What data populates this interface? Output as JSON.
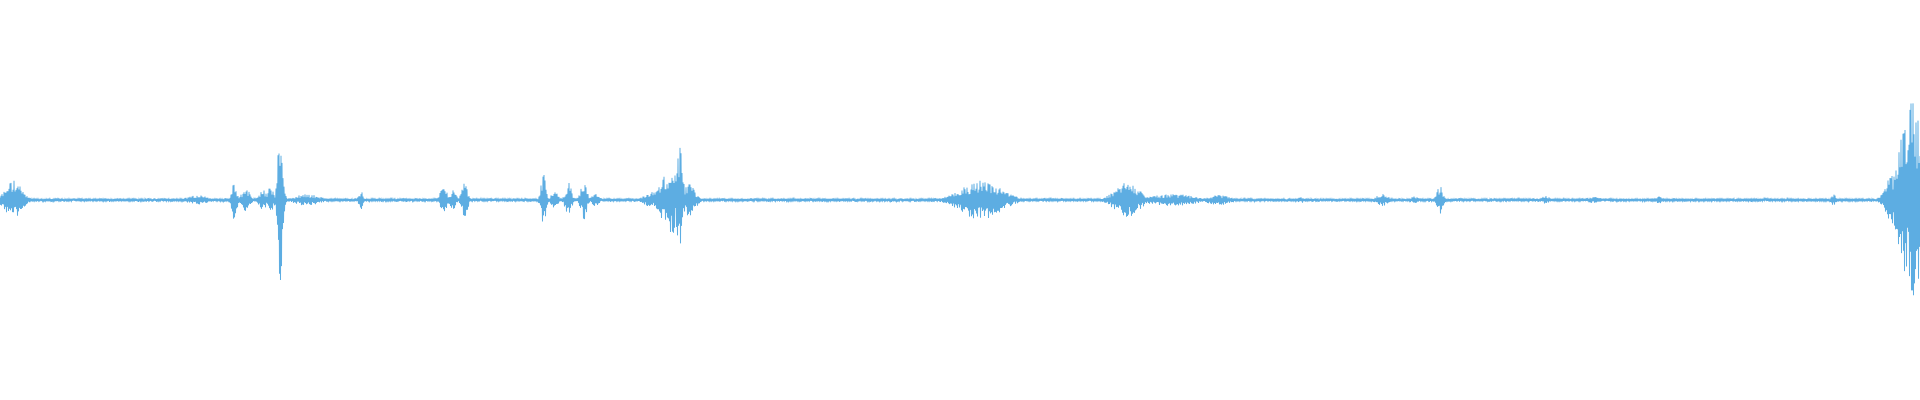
{
  "waveform": {
    "color": "#5dade2",
    "baseline_amplitude": 0.01,
    "events": [
      {
        "t": 0.007,
        "amp": 0.1,
        "spread": 0.004
      },
      {
        "t": 0.103,
        "amp": 0.025,
        "spread": 0.005
      },
      {
        "t": 0.122,
        "amp": 0.1,
        "spread": 0.0012
      },
      {
        "t": 0.128,
        "amp": 0.06,
        "spread": 0.002
      },
      {
        "t": 0.137,
        "amp": 0.05,
        "spread": 0.002
      },
      {
        "t": 0.141,
        "amp": 0.07,
        "spread": 0.0015
      },
      {
        "t": 0.146,
        "amp": 0.43,
        "spread": 0.0012
      },
      {
        "t": 0.16,
        "amp": 0.03,
        "spread": 0.006
      },
      {
        "t": 0.188,
        "amp": 0.05,
        "spread": 0.001
      },
      {
        "t": 0.231,
        "amp": 0.08,
        "spread": 0.0015
      },
      {
        "t": 0.236,
        "amp": 0.05,
        "spread": 0.0015
      },
      {
        "t": 0.242,
        "amp": 0.09,
        "spread": 0.0015
      },
      {
        "t": 0.283,
        "amp": 0.13,
        "spread": 0.0012
      },
      {
        "t": 0.289,
        "amp": 0.04,
        "spread": 0.002
      },
      {
        "t": 0.296,
        "amp": 0.09,
        "spread": 0.0015
      },
      {
        "t": 0.304,
        "amp": 0.1,
        "spread": 0.0015
      },
      {
        "t": 0.31,
        "amp": 0.03,
        "spread": 0.002
      },
      {
        "t": 0.34,
        "amp": 0.04,
        "spread": 0.004
      },
      {
        "t": 0.346,
        "amp": 0.12,
        "spread": 0.003
      },
      {
        "t": 0.35,
        "amp": 0.19,
        "spread": 0.0018
      },
      {
        "t": 0.354,
        "amp": 0.27,
        "spread": 0.0015
      },
      {
        "t": 0.359,
        "amp": 0.08,
        "spread": 0.003
      },
      {
        "t": 0.511,
        "amp": 0.1,
        "spread": 0.01
      },
      {
        "t": 0.587,
        "amp": 0.09,
        "spread": 0.006
      },
      {
        "t": 0.61,
        "amp": 0.03,
        "spread": 0.012
      },
      {
        "t": 0.635,
        "amp": 0.025,
        "spread": 0.006
      },
      {
        "t": 0.678,
        "amp": 0.015,
        "spread": 0.002
      },
      {
        "t": 0.72,
        "amp": 0.03,
        "spread": 0.003
      },
      {
        "t": 0.737,
        "amp": 0.02,
        "spread": 0.002
      },
      {
        "t": 0.75,
        "amp": 0.07,
        "spread": 0.0015
      },
      {
        "t": 0.805,
        "amp": 0.02,
        "spread": 0.002
      },
      {
        "t": 0.83,
        "amp": 0.015,
        "spread": 0.004
      },
      {
        "t": 0.864,
        "amp": 0.02,
        "spread": 0.002
      },
      {
        "t": 0.955,
        "amp": 0.03,
        "spread": 0.0012
      },
      {
        "t": 0.987,
        "amp": 0.15,
        "spread": 0.004
      },
      {
        "t": 0.992,
        "amp": 0.4,
        "spread": 0.003
      },
      {
        "t": 0.996,
        "amp": 0.5,
        "spread": 0.003
      },
      {
        "t": 0.999,
        "amp": 0.45,
        "spread": 0.002
      }
    ]
  }
}
